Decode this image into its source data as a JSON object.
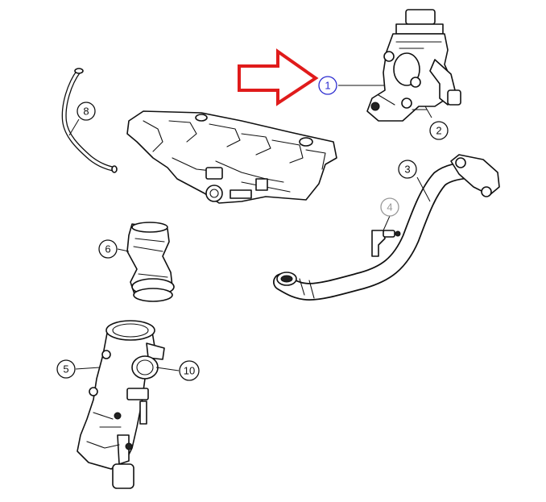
{
  "callouts": [
    {
      "label": "1",
      "color": "#2b2bd0"
    },
    {
      "label": "2",
      "color": "#111111"
    },
    {
      "label": "3",
      "color": "#111111"
    },
    {
      "label": "4",
      "color": "#999999"
    },
    {
      "label": "5",
      "color": "#111111"
    },
    {
      "label": "6",
      "color": "#111111"
    },
    {
      "label": "8",
      "color": "#111111"
    },
    {
      "label": "10",
      "color": "#111111"
    }
  ],
  "arrow": {
    "color": "#e01b1b"
  },
  "icons": [
    "red-pointer-arrow"
  ]
}
